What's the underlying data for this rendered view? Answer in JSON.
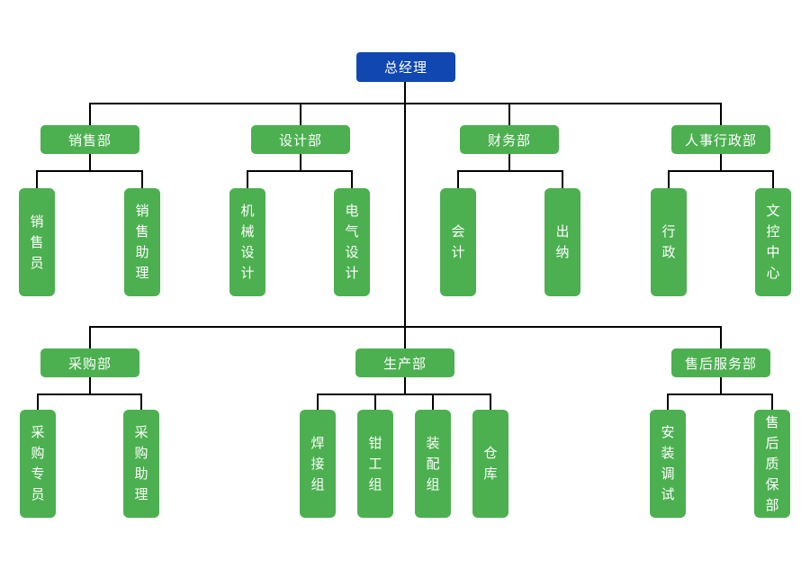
{
  "colors": {
    "root_bg": "#1147b0",
    "node_bg": "#4cb050",
    "text_color": "#ffffff",
    "line_color": "#000000",
    "canvas_bg": "#ffffff"
  },
  "root": {
    "label": "总经理"
  },
  "rows": [
    {
      "departments": [
        {
          "label": "销售部",
          "children": [
            "销售员",
            "销售助理"
          ]
        },
        {
          "label": "设计部",
          "children": [
            "机械设计",
            "电气设计"
          ]
        },
        {
          "label": "财务部",
          "children": [
            "会计",
            "出纳"
          ]
        },
        {
          "label": "人事行政部",
          "children": [
            "行政",
            "文控中心"
          ]
        }
      ]
    },
    {
      "departments": [
        {
          "label": "采购部",
          "children": [
            "采购专员",
            "采购助理"
          ]
        },
        {
          "label": "生产部",
          "children": [
            "焊接组",
            "钳工组",
            "装配组",
            "仓库"
          ]
        },
        {
          "label": "售后服务部",
          "children": [
            "安装调试",
            "售后质保部"
          ]
        }
      ]
    }
  ]
}
